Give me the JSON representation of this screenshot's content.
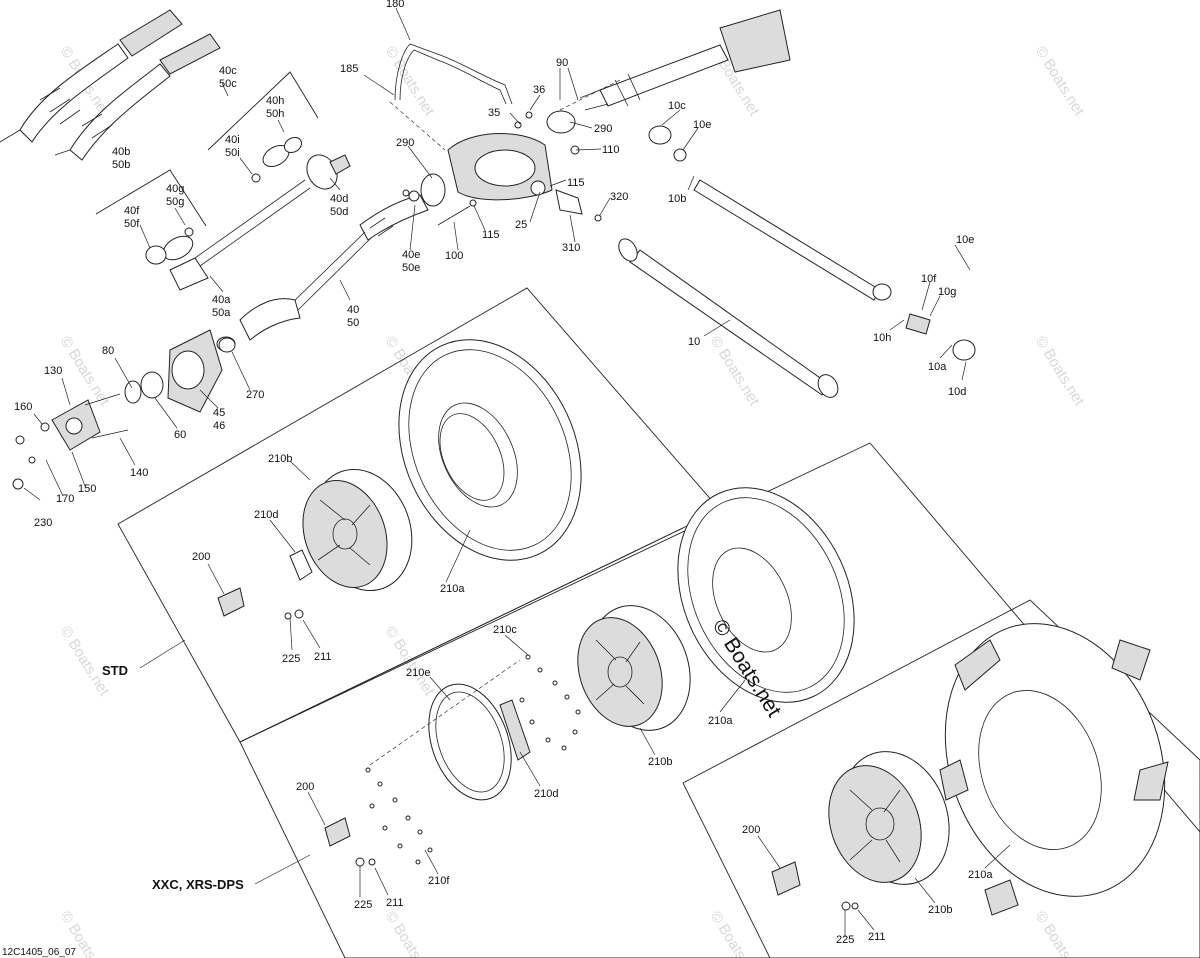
{
  "diagram": {
    "groups": {
      "std": "STD",
      "xxc": "XXC, XRS-DPS"
    },
    "watermark": {
      "main": "© Boats.net",
      "tile": "© Boats.net"
    },
    "reference_code": "12C1405_06_07",
    "callouts": {
      "c180": "180",
      "c185": "185",
      "c90": "90",
      "c36": "36",
      "c35": "35",
      "c290a": "290",
      "c290b": "290",
      "c110": "110",
      "c115a": "115",
      "c115b": "115",
      "c320": "320",
      "c25": "25",
      "c310": "310",
      "c100": "100",
      "c10c": "10c",
      "c10e_top": "10e",
      "c10b": "10b",
      "c10e": "10e",
      "c10f": "10f",
      "c10g": "10g",
      "c10h": "10h",
      "c10a": "10a",
      "c10d": "10d",
      "c10": "10",
      "c40c": "40c",
      "c50c": "50c",
      "c40h": "40h",
      "c50h": "50h",
      "c40i": "40i",
      "c50i": "50i",
      "c40b": "40b",
      "c50b": "50b",
      "c40g": "40g",
      "c50g": "50g",
      "c40f": "40f",
      "c50f": "50f",
      "c40d": "40d",
      "c50d": "50d",
      "c40e": "40e",
      "c50e": "50e",
      "c40a": "40a",
      "c50a": "50a",
      "c40": "40",
      "c50": "50",
      "c80": "80",
      "c130": "130",
      "c160": "160",
      "c140": "140",
      "c170": "170",
      "c150": "150",
      "c230": "230",
      "c60": "60",
      "c45": "45",
      "c46": "46",
      "c270": "270",
      "c210b_std": "210b",
      "c210d_std": "210d",
      "c200_std": "200",
      "c225_std": "225",
      "c211_std": "211",
      "c210a_std": "210a",
      "c210c": "210c",
      "c210e": "210e",
      "c210d_x": "210d",
      "c210b_x": "210b",
      "c210a_x": "210a",
      "c200_x": "200",
      "c225_x": "225",
      "c211_x": "211",
      "c210f": "210f",
      "c200_r": "200",
      "c210b_r": "210b",
      "c210a_r": "210a",
      "c225_r": "225",
      "c211_r": "211"
    }
  }
}
